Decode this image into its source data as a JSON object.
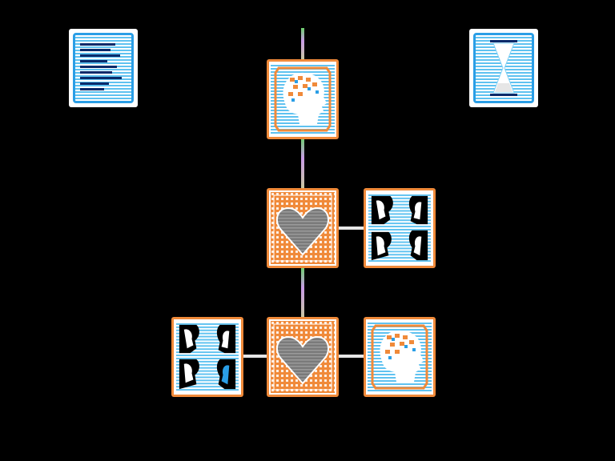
{
  "colors": {
    "background": "#000000",
    "card_blue": "#5fc2f0",
    "card_blue_dark": "#2a9ee6",
    "card_orange": "#f08a3a",
    "heart_fill": "#7a7a7a",
    "connector": "#e6e6e6"
  },
  "board": {
    "top_left_card": {
      "icon": "list-bars-icon"
    },
    "top_right_card": {
      "icon": "hourglass-icon"
    },
    "top_center_card": {
      "icon": "thinking-head-icon"
    },
    "middle_row": [
      {
        "icon": "heart-icon",
        "style": "orange"
      },
      {
        "icon": "two-couples-icon",
        "style": "face"
      }
    ],
    "bottom_row": [
      {
        "icon": "two-couples-icon",
        "style": "face"
      },
      {
        "icon": "heart-icon",
        "style": "orange"
      },
      {
        "icon": "thinking-head-icon",
        "style": "blue"
      }
    ]
  }
}
